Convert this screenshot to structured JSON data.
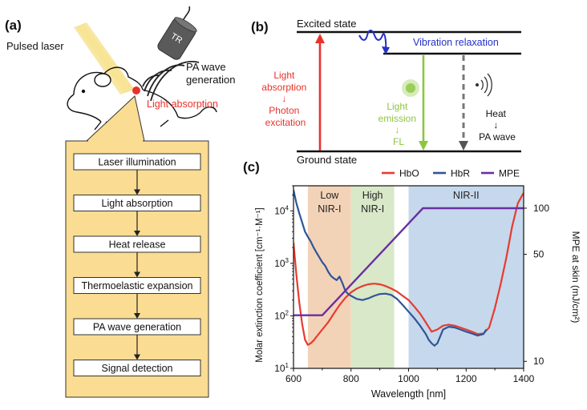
{
  "panel_a": {
    "label": "(a)",
    "pulsed_laser": "Pulsed laser",
    "transducer": "TR",
    "pa_wave_generation": [
      "PA wave",
      "generation"
    ],
    "light_absorption": "Light absorption",
    "flow_steps": [
      "Laser illumination",
      "Light absorption",
      "Heat release",
      "Thermoelastic expansion",
      "PA wave generation",
      "Signal detection"
    ],
    "colors": {
      "laser_beam": "#f2d25a",
      "callout_fill": "#fadc92",
      "absorber": "#e8322a"
    }
  },
  "panel_b": {
    "label": "(b)",
    "excited_state": "Excited state",
    "ground_state": "Ground state",
    "vibration_relaxation": "Vibration relaxation",
    "absorption_text": [
      "Light",
      "absorption",
      "↓",
      "Photon",
      "excitation"
    ],
    "emission_text": [
      "Light",
      "emission",
      "↓",
      "FL"
    ],
    "heat_text": [
      "Heat",
      "↓",
      "PA wave"
    ],
    "colors": {
      "absorption": "#e8322a",
      "emission": "#8cc63f",
      "relaxation": "#2330c8"
    }
  },
  "panel_c": {
    "label": "(c)"
  },
  "chart_data": {
    "type": "line",
    "xlabel": "Wavelength [nm]",
    "ylabel": "Molar extinction coefficient [cm⁻¹·M⁻¹]",
    "y2label": "MPE at skin (mJ/cm²)",
    "xlim": [
      600,
      1400
    ],
    "xticks": [
      600,
      800,
      1000,
      1200,
      1400
    ],
    "ylim": [
      10,
      30000
    ],
    "ylog": true,
    "yticks": [
      {
        "value": 10,
        "base": "10",
        "exp": "1"
      },
      {
        "value": 100,
        "base": "10",
        "exp": "2"
      },
      {
        "value": 1000,
        "base": "10",
        "exp": "3"
      },
      {
        "value": 10000,
        "base": "10",
        "exp": "4"
      }
    ],
    "y2lim": [
      9,
      140
    ],
    "y2log": true,
    "y2ticks": [
      10,
      50,
      100
    ],
    "regions": [
      {
        "label": [
          "Low",
          "NIR-I"
        ],
        "x0": 650,
        "x1": 800,
        "color": "#f3d3b8"
      },
      {
        "label": [
          "High",
          "NIR-I"
        ],
        "x0": 800,
        "x1": 950,
        "color": "#d8e8c8"
      },
      {
        "label": [
          "NIR-II"
        ],
        "x0": 1000,
        "x1": 1400,
        "color": "#c6d8ec"
      }
    ],
    "legend_position": "top",
    "series": [
      {
        "name": "HbO",
        "color": "#e83a30",
        "x": [
          600,
          610,
          620,
          630,
          640,
          650,
          660,
          670,
          680,
          700,
          720,
          740,
          760,
          780,
          800,
          820,
          840,
          860,
          880,
          900,
          920,
          940,
          960,
          980,
          1000,
          1020,
          1040,
          1060,
          1080,
          1100,
          1120,
          1140,
          1160,
          1180,
          1200,
          1220,
          1240,
          1260,
          1280,
          1300,
          1320,
          1340,
          1360,
          1380,
          1400
        ],
        "y": [
          2500,
          600,
          180,
          70,
          35,
          28,
          30,
          34,
          40,
          55,
          75,
          110,
          160,
          220,
          280,
          330,
          370,
          400,
          410,
          400,
          370,
          330,
          290,
          240,
          200,
          150,
          110,
          75,
          50,
          55,
          65,
          68,
          65,
          60,
          55,
          50,
          45,
          46,
          60,
          140,
          400,
          1300,
          5000,
          14000,
          22000
        ]
      },
      {
        "name": "HbR",
        "color": "#2f5597",
        "x": [
          600,
          610,
          620,
          630,
          640,
          650,
          660,
          670,
          680,
          690,
          700,
          710,
          720,
          730,
          740,
          750,
          760,
          770,
          780,
          790,
          800,
          820,
          840,
          860,
          880,
          900,
          920,
          940,
          960,
          980,
          1000,
          1020,
          1040,
          1060,
          1070,
          1080,
          1090,
          1100,
          1120,
          1140,
          1160,
          1180,
          1200,
          1220,
          1240,
          1260,
          1270
        ],
        "y": [
          25000,
          14000,
          9000,
          6000,
          4000,
          3200,
          2600,
          2000,
          1600,
          1300,
          1050,
          900,
          700,
          580,
          520,
          480,
          560,
          420,
          300,
          260,
          240,
          210,
          200,
          215,
          240,
          260,
          265,
          250,
          210,
          160,
          120,
          90,
          65,
          45,
          35,
          30,
          27,
          30,
          55,
          62,
          60,
          55,
          50,
          46,
          42,
          45,
          55
        ]
      }
    ],
    "mpe": {
      "name": "MPE",
      "color": "#6a2fa3",
      "x": [
        600,
        700,
        1050,
        1075,
        1400
      ],
      "y": [
        20,
        20,
        100,
        100,
        100
      ]
    }
  }
}
